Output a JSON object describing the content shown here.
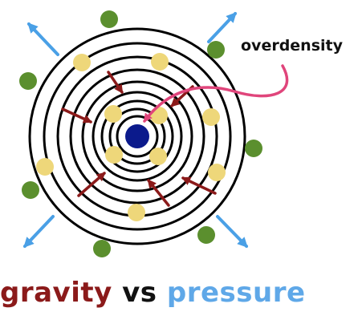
{
  "labels": {
    "overdensity": "overdensity",
    "caption_gravity": "gravity",
    "caption_vs": "vs",
    "caption_pressure": "pressure"
  },
  "colors": {
    "ring": "#000000",
    "core": "#0b1a8c",
    "inner_particle": "#eed77a",
    "outer_particle": "#5b8f2e",
    "gravity_arrow": "#8b1a1a",
    "pressure_arrow": "#4aa0e6",
    "pointer": "#e0457b"
  },
  "icons": {
    "gravity_arrows": "inward-arrow",
    "pressure_arrows": "outward-arrow",
    "pointer": "curved-pointer-arrow"
  }
}
